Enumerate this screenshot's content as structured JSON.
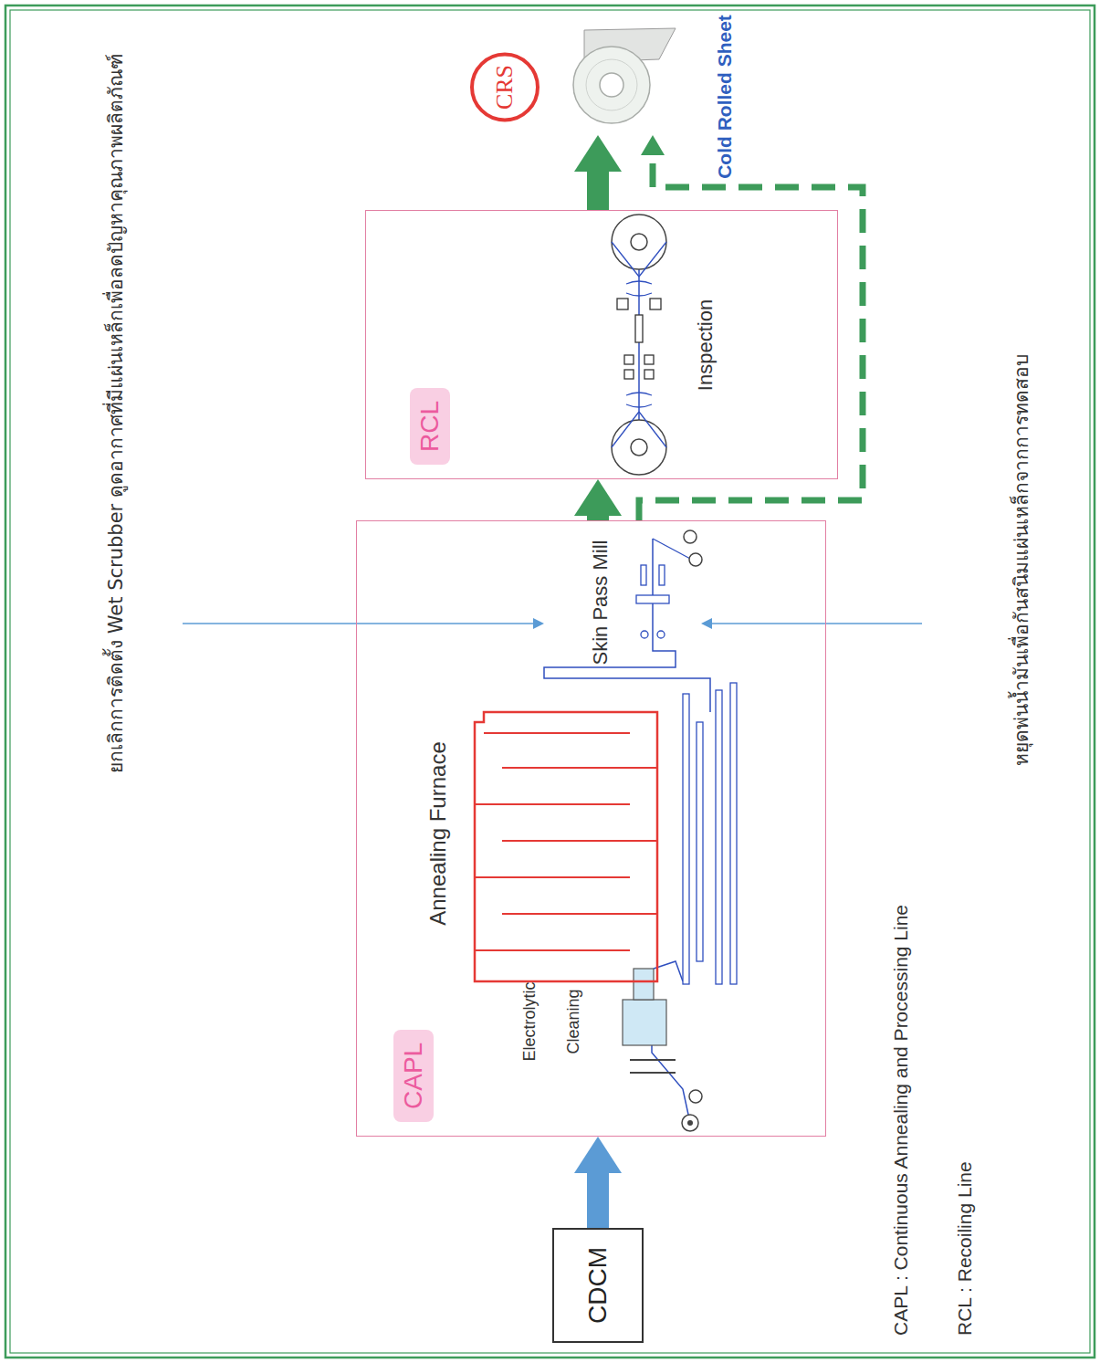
{
  "diagram": {
    "nodes": [
      {
        "text": [
          "CDCM"
        ]
      },
      {
        "text": [
          "CAPL"
        ]
      },
      {
        "text": [
          "RCL"
        ]
      },
      {
        "text": [
          "CRS"
        ]
      }
    ],
    "edges": [
      {
        "from": 0,
        "to": 1,
        "arrow": "to"
      },
      {
        "from": 1,
        "to": 2,
        "arrow": "to"
      },
      {
        "from": 2,
        "to": 3,
        "arrow": "to"
      },
      {
        "from": 1,
        "to": 3,
        "arrow": "to"
      }
    ],
    "labels": [
      "ยกเลิกการติดตั้ง Wet Scrubber ดูดอากาศที่มีแผ่นเหล็กเพื่อลดปัญหาคุณภาพผลิตภัณฑ์",
      "หยุดพ่นน้ำมันเพื่อกันสนิมแผ่นเหล็กจากการทดสอบ",
      "Electrolytic Cleaning",
      "Annealing Furnace",
      "Skin Pass Mill",
      "Inspection",
      "Cold Rolled Sheet",
      "CAPL : Continuous Annealing and Processing Line",
      "RCL : Recoiling Line"
    ]
  }
}
